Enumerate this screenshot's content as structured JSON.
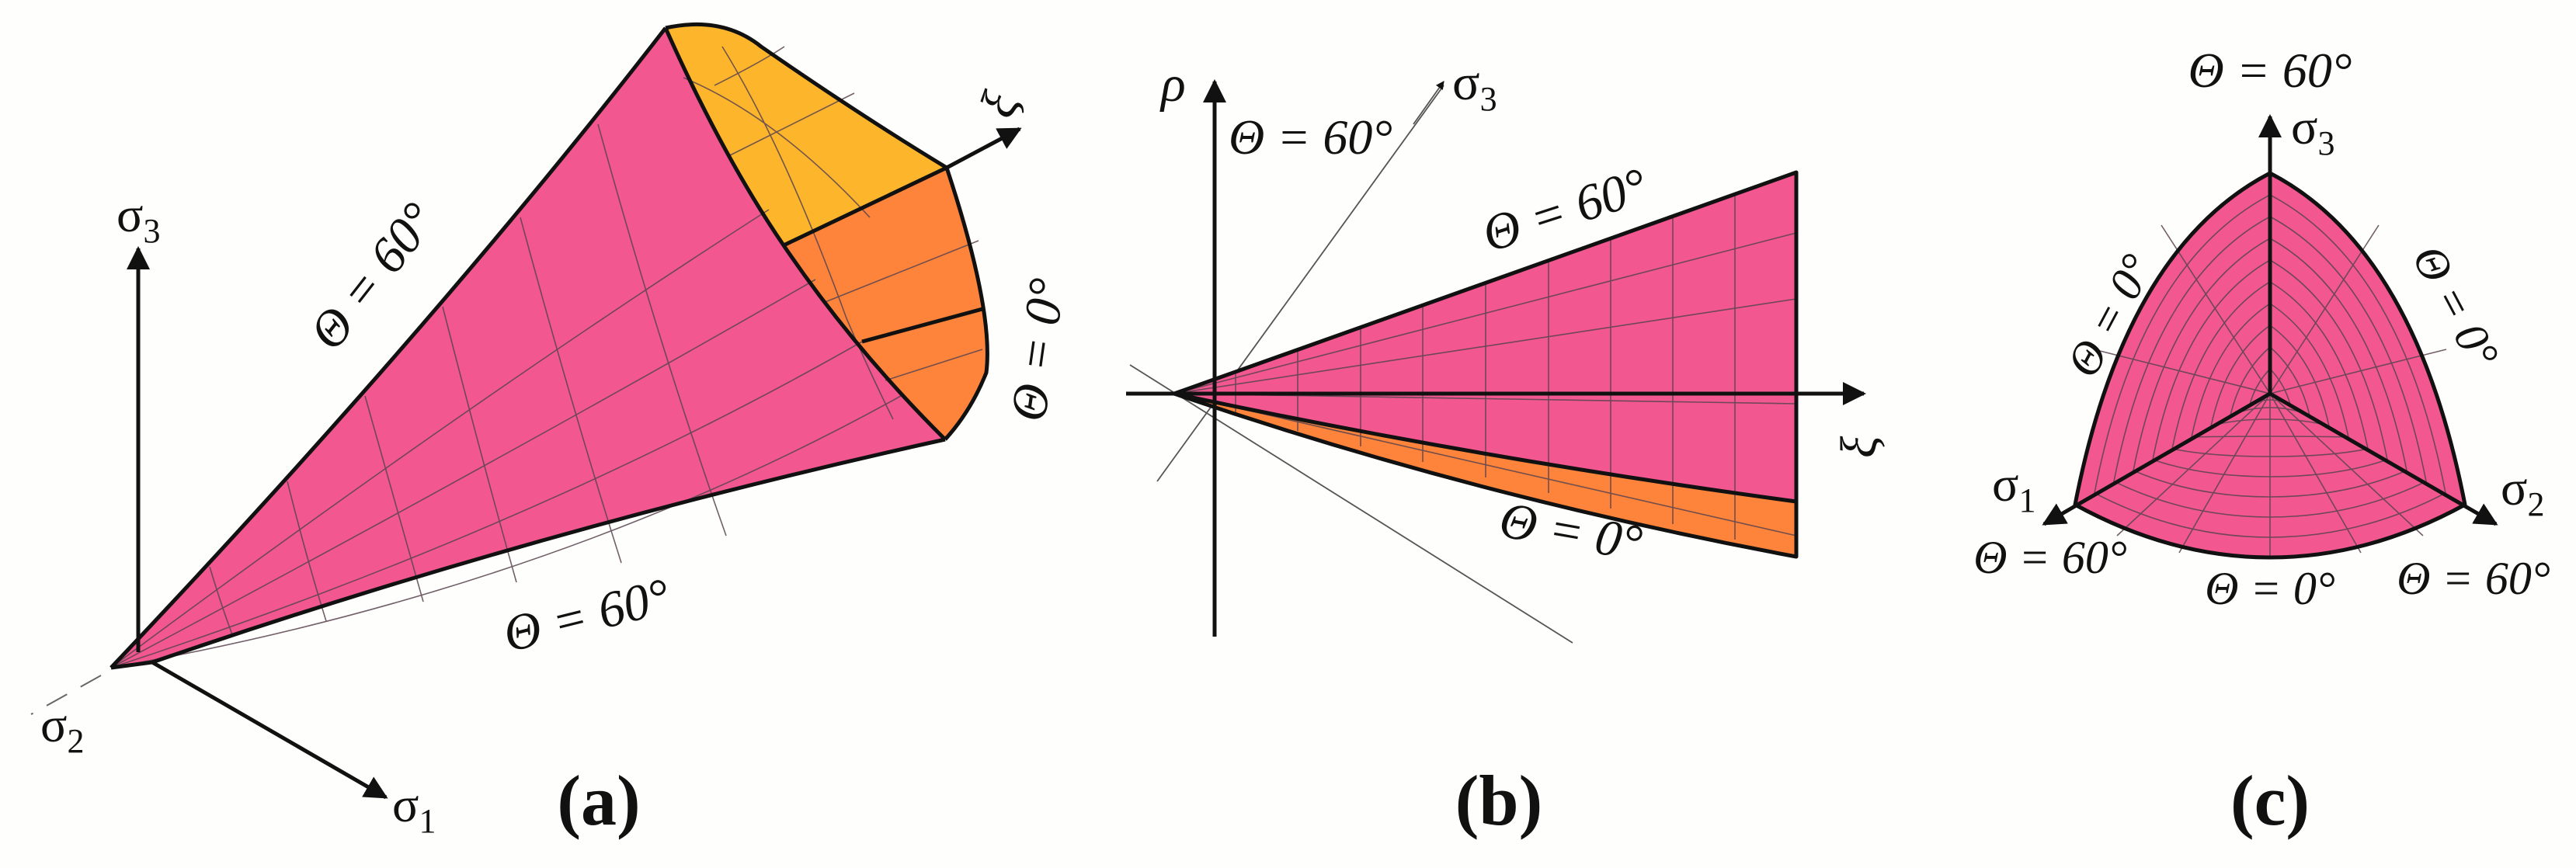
{
  "colors": {
    "pink": "#F2578F",
    "yellow": "#FDB52B",
    "orange": "#FD843A",
    "line": "#111111",
    "background": "#FEFEFD"
  },
  "panel_a": {
    "tag": "(a)",
    "axis_sigma3": "σ",
    "axis_sigma3_sub": "3",
    "axis_sigma1": "σ",
    "axis_sigma1_sub": "1",
    "axis_sigma2": "σ",
    "axis_sigma2_sub": "2",
    "axis_xi": "ξ",
    "label_top_edge": "Θ = 60°",
    "label_bottom_edge": "Θ = 60°",
    "label_right_edge": "Θ = 0°"
  },
  "panel_b": {
    "tag": "(b)",
    "axis_rho": "ρ",
    "axis_xi": "ξ",
    "axis_sigma3": "σ",
    "axis_sigma3_sub": "3",
    "label_rho_axis": "Θ = 60°",
    "label_upper_edge": "Θ = 60°",
    "label_lower_edge": "Θ = 0°"
  },
  "panel_c": {
    "tag": "(c)",
    "axis_sigma3": "σ",
    "axis_sigma3_sub": "3",
    "axis_sigma1": "σ",
    "axis_sigma1_sub": "1",
    "axis_sigma2": "σ",
    "axis_sigma2_sub": "2",
    "label_top": "Θ = 60°",
    "label_left_arc": "Θ = 0°",
    "label_right_arc": "Θ = 0°",
    "label_bottom_left": "Θ = 60°",
    "label_bottom": "Θ = 0°",
    "label_bottom_right": "Θ = 60°"
  }
}
